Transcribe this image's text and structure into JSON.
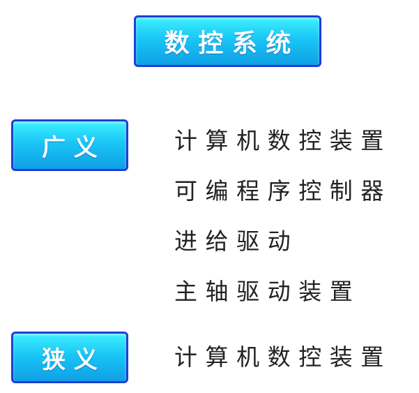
{
  "title": "数控系统",
  "broad": {
    "label": "广义",
    "items": [
      "计算机数控装置",
      "可编程序控制器",
      "进给驱动",
      "主轴驱动装置"
    ]
  },
  "narrow": {
    "label": "狭义",
    "items": [
      "计算机数控装置"
    ]
  },
  "colors": {
    "tag_fill": "#19c6f5",
    "tag_border": "#1f3fd6",
    "tag_text": "#ffffff",
    "body_text": "#222222"
  }
}
